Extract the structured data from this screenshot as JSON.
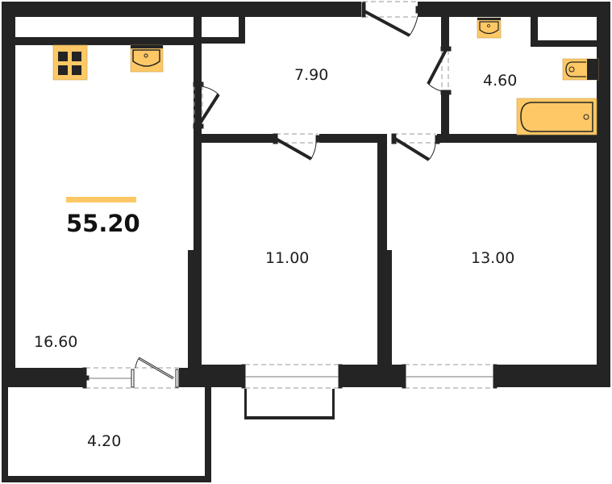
{
  "plan": {
    "total_area": "55.20",
    "colors": {
      "wall": "#242424",
      "fixture": "#fdc865",
      "accent_bar": "#fdc865",
      "background": "#ffffff"
    },
    "rooms": [
      {
        "id": "kitchen-living",
        "label": "16.60"
      },
      {
        "id": "hall",
        "label": "7.90"
      },
      {
        "id": "bathroom",
        "label": "4.60"
      },
      {
        "id": "bedroom-1",
        "label": "11.00"
      },
      {
        "id": "bedroom-2",
        "label": "13.00"
      },
      {
        "id": "balcony",
        "label": "4.20"
      }
    ],
    "fixtures": [
      {
        "name": "stove-icon",
        "room": "kitchen-living"
      },
      {
        "name": "kitchen-sink-icon",
        "room": "kitchen-living"
      },
      {
        "name": "washbasin-icon",
        "room": "bathroom"
      },
      {
        "name": "toilet-icon",
        "room": "bathroom"
      },
      {
        "name": "bathtub-icon",
        "room": "bathroom"
      }
    ]
  }
}
